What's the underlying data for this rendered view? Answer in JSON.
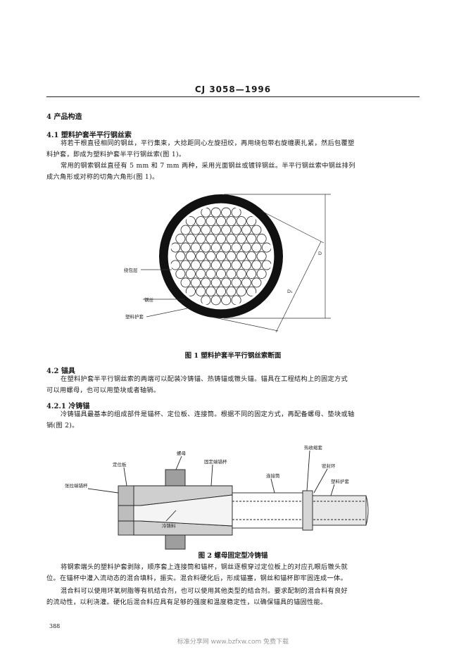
{
  "header": {
    "standard": "CJ 3058—1996"
  },
  "sections": {
    "s4": {
      "title": "4  产品构造"
    },
    "s41": {
      "title": "4.1  塑料护套半平行钢丝索",
      "p1": [
        "将若干根直径相同的钢丝，平行集束，大捻距同心左旋扭绞，再用绕包带右旋缠裹扎紧，然后包覆塑",
        "料护套，即成为塑料护套半平行钢丝索(图 1)。"
      ],
      "p2": [
        "常用的钢索钢丝直径有 5 mm 和 7 mm 两种，采用光面钢丝或镀锌钢丝。半平行钢丝索中钢丝排列",
        "成六角形或对称的切角六角形(图 1)。"
      ]
    },
    "fig1": {
      "labels": {
        "wrap": "绕包层",
        "wire": "钢丝",
        "sheath": "塑料护套",
        "D": "D",
        "D1": "D₁"
      },
      "caption": "图 1   塑料护套半平行钢丝索断面"
    },
    "s42": {
      "title": "4.2  锚具",
      "p": [
        "在塑料护套半平行钢丝索的两端可以配装冷铸锚、热铸锚或镦头锚。锚具在工程结构上的固定方式",
        "可以用螺母，也可以用垫块或者轴销。"
      ]
    },
    "s421": {
      "title": "4.2.1  冷铸锚",
      "p": [
        "冷铸锚具最基本的组成部件是锚杯、定位板、连接筒。根据不同的固定方式，再配备螺母、垫块或轴",
        "销(图 2)。"
      ]
    },
    "fig2": {
      "labels": {
        "nut": "螺母",
        "plate": "定位板",
        "fixed_cup": "固定端锚杯",
        "tension_cup": "张拉端锚杯",
        "cast": "冷铸料",
        "conn": "连接筒",
        "shrink": "热收缩套",
        "seal": "密封环",
        "sheath": "塑料护套"
      },
      "caption": "图 2   螺母固定型冷铸锚"
    },
    "after": {
      "p1": [
        "将钢索端头的塑料护套剥除，顺序套上连接筒和锚杯，钢丝逐根穿过定位板上的对应孔眼后镦头就",
        "位。在锚杯中灌入流动态的混合填料，振实。混合料硬化后，形成锚塞，钢丝和锚杯即牢固连成一体。"
      ],
      "p2": [
        "混合料可以使用环氧树脂等有机结合剂，也可以使用其他类型的结合剂。要求配制的混合料有良好",
        "的流动性，以利浇灌。硬化后混合料应具有足够的强度和温度稳定性，以确保锚具的锚固性能。"
      ]
    }
  },
  "page_number": "388",
  "watermark": "标准分享网 www.bzfxw.com 免费下载"
}
